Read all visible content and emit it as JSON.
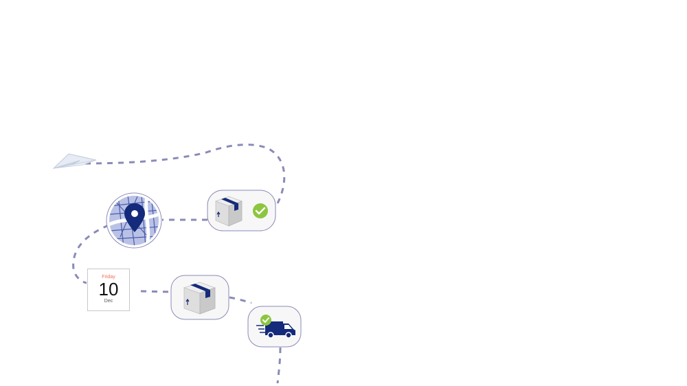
{
  "calendar": {
    "weekday": "Friday",
    "date": "10",
    "month": "Dec"
  },
  "icons": {
    "paper_plane": "paper-plane-icon",
    "map_pin": "map-location-icon",
    "box_delivered": "package-delivered-icon",
    "calendar": "calendar-icon",
    "box": "package-icon",
    "truck": "delivery-truck-icon"
  },
  "colors": {
    "path_dash": "#8a8ab8",
    "navy": "#142a7a",
    "check_green": "#8cc63f",
    "map_fill": "#b9c2e6",
    "calendar_weekday": "#f26b5b"
  }
}
